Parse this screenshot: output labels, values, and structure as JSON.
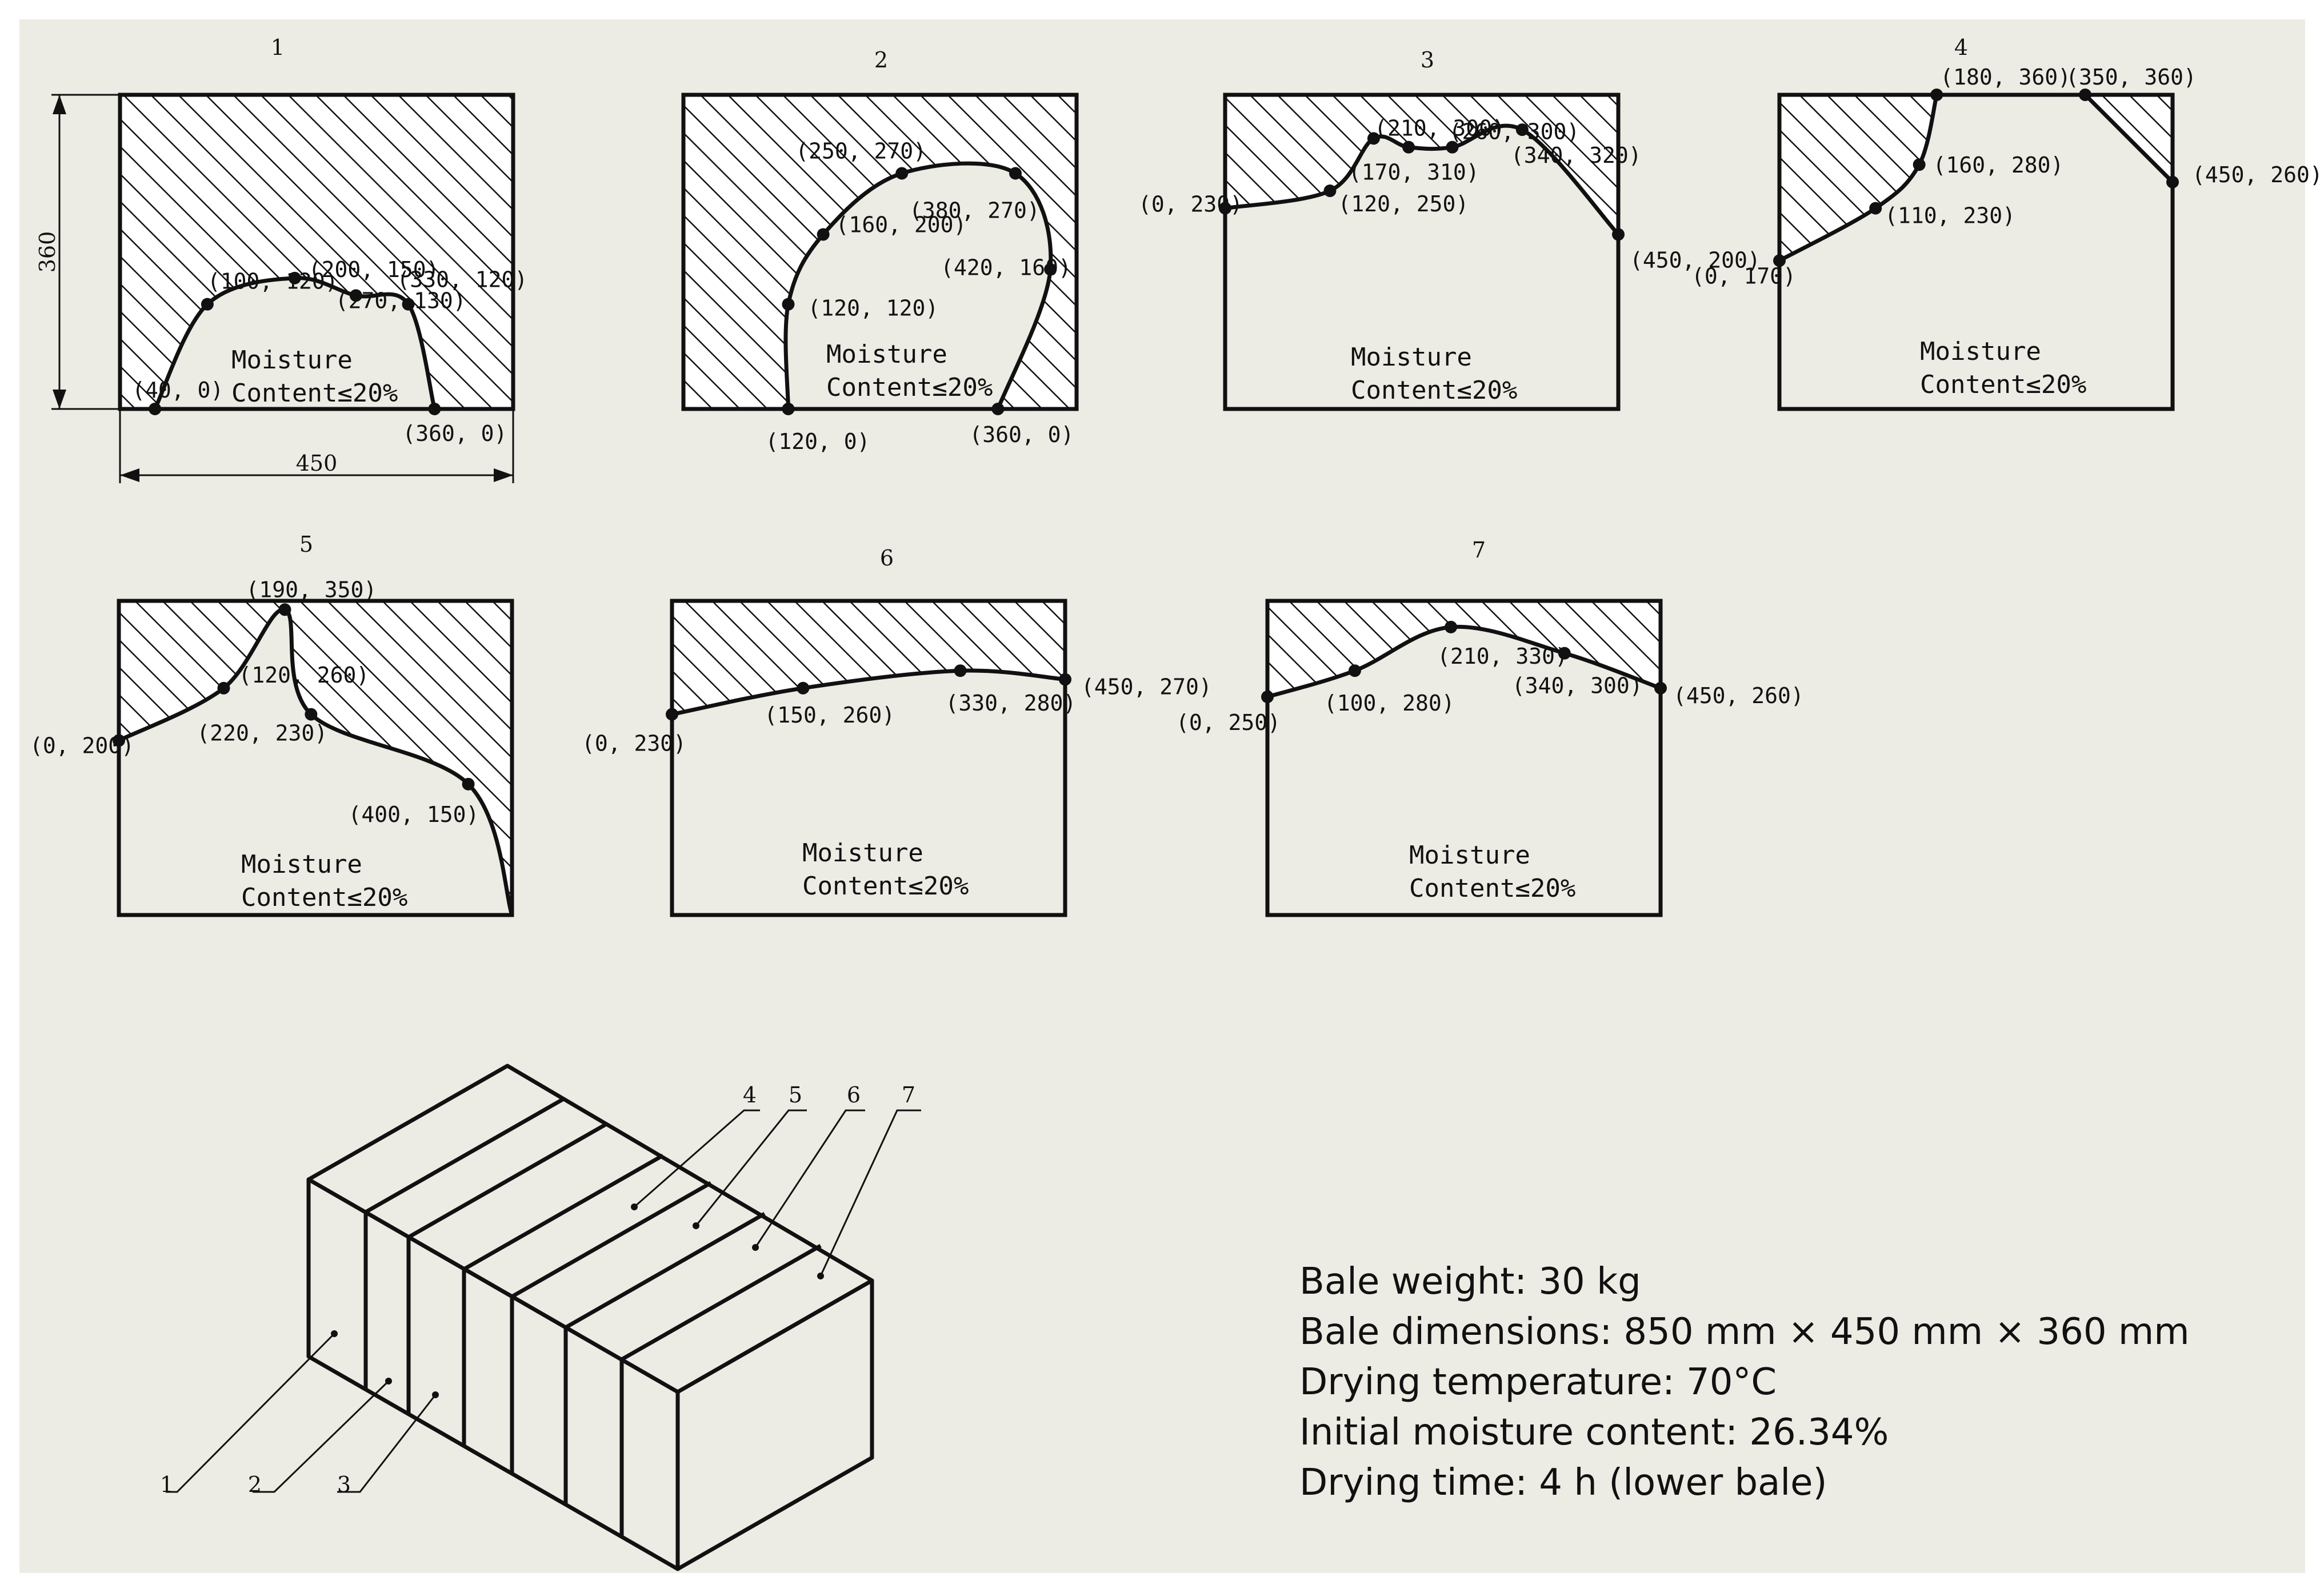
{
  "panels": [
    {
      "id": "1",
      "moisture": [
        "Moisture",
        "Content≤20%"
      ],
      "curves": [
        {
          "pts": [
            [
              40,
              0
            ],
            [
              100,
              120
            ],
            [
              200,
              150
            ],
            [
              270,
              130
            ],
            [
              330,
              120
            ],
            [
              360,
              0
            ]
          ],
          "closed": false
        }
      ],
      "labels": [
        "(40, 0)",
        "(100, 120)",
        "(200, 150)",
        "(270, 130)",
        "(330, 120)",
        "(360, 0)"
      ]
    },
    {
      "id": "2",
      "moisture": [
        "Moisture",
        "Content≤20%"
      ],
      "curves": [
        {
          "pts": [
            [
              120,
              0
            ],
            [
              120,
              120
            ],
            [
              160,
              200
            ],
            [
              250,
              270
            ],
            [
              380,
              270
            ],
            [
              420,
              160
            ],
            [
              360,
              0
            ]
          ],
          "closed": false
        }
      ],
      "labels": [
        "(120, 0)",
        "(120, 120)",
        "(160, 200)",
        "(250, 270)",
        "(380, 270)",
        "(420, 160)",
        "(360, 0)"
      ]
    },
    {
      "id": "3",
      "moisture": [
        "Moisture",
        "Content≤20%"
      ],
      "curves": [
        {
          "pts": [
            [
              0,
              230
            ],
            [
              120,
              250
            ],
            [
              170,
              310
            ],
            [
              210,
              300
            ],
            [
              260,
              300
            ],
            [
              340,
              320
            ],
            [
              450,
              200
            ]
          ],
          "closed": false
        }
      ],
      "labels": [
        "(0, 230)",
        "(120, 250)",
        "(170, 310)",
        "(210, 300)",
        "(260, 300)",
        "(340, 320)",
        "(450, 200)"
      ]
    },
    {
      "id": "4",
      "moisture": [
        "Moisture",
        "Content≤20%"
      ],
      "curves": [
        {
          "pts": [
            [
              0,
              170
            ],
            [
              110,
              230
            ],
            [
              160,
              280
            ],
            [
              180,
              360
            ]
          ],
          "closed": false
        },
        {
          "pts": [
            [
              350,
              360
            ],
            [
              450,
              260
            ]
          ],
          "closed": false
        }
      ],
      "labels": [
        "(0, 170)",
        "(110, 230)",
        "(160, 280)",
        "(180, 360)",
        "(350, 360)",
        "(450, 260)"
      ]
    },
    {
      "id": "5",
      "moisture": [
        "Moisture",
        "Content≤20%"
      ],
      "curves": [
        {
          "pts": [
            [
              0,
              200
            ],
            [
              120,
              260
            ],
            [
              190,
              350
            ],
            [
              220,
              230
            ],
            [
              400,
              150
            ],
            [
              450,
              0
            ]
          ],
          "closed": false
        }
      ],
      "labels": [
        "(0, 200)",
        "(120, 260)",
        "(190, 350)",
        "(220, 230)",
        "(400, 150)"
      ]
    },
    {
      "id": "6",
      "moisture": [
        "Moisture",
        "Content≤20%"
      ],
      "curves": [
        {
          "pts": [
            [
              0,
              230
            ],
            [
              150,
              260
            ],
            [
              330,
              280
            ],
            [
              450,
              270
            ]
          ],
          "closed": false
        }
      ],
      "labels": [
        "(0, 230)",
        "(150, 260)",
        "(330, 280)",
        "(450, 270)"
      ]
    },
    {
      "id": "7",
      "moisture": [
        "Moisture",
        "Content≤20%"
      ],
      "curves": [
        {
          "pts": [
            [
              0,
              250
            ],
            [
              100,
              280
            ],
            [
              210,
              330
            ],
            [
              340,
              300
            ],
            [
              450,
              260
            ]
          ],
          "closed": false
        }
      ],
      "labels": [
        "(0, 250)",
        "(100, 280)",
        "(210, 330)",
        "(340, 300)",
        "(450, 260)"
      ]
    }
  ],
  "dimensions": {
    "height": "360",
    "width": "450"
  },
  "bale_labels": [
    "1",
    "2",
    "3",
    "4",
    "5",
    "6",
    "7"
  ],
  "info_lines": [
    "Bale weight: 30 kg",
    "Bale dimensions: 850 mm × 450 mm × 360 mm",
    "Drying temperature: 70°C",
    "Initial moisture content: 26.34%",
    "Drying time: 4 h (lower bale)"
  ]
}
